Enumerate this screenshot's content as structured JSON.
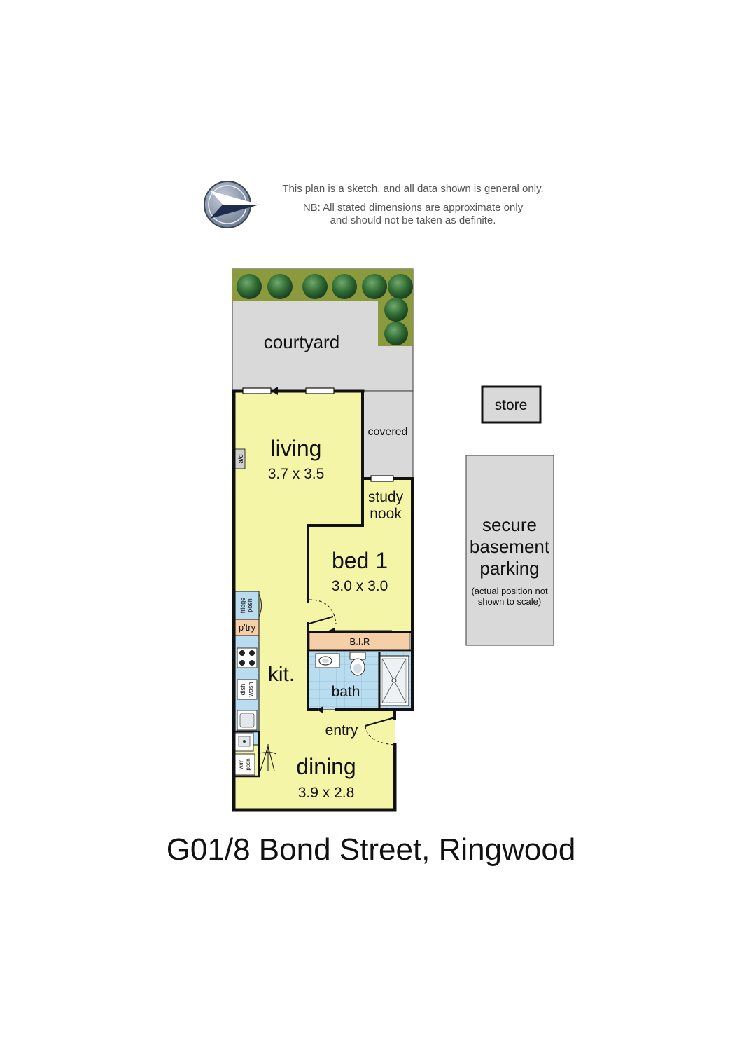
{
  "disclaimer": {
    "line1": "This plan is a sketch, and all data shown is general only.",
    "line2": "NB: All stated dimensions are approximate only",
    "line3": "and should not be taken as definite."
  },
  "compass": {
    "icon": "compass-arrow-icon",
    "points": "east"
  },
  "rooms": {
    "courtyard": {
      "name": "courtyard"
    },
    "covered": {
      "name": "covered"
    },
    "living": {
      "name": "living",
      "dims": "3.7 x 3.5"
    },
    "ac": {
      "label": "a/c"
    },
    "study_nook": {
      "line1": "study",
      "line2": "nook"
    },
    "bed1": {
      "name": "bed 1",
      "dims": "3.0 x 3.0"
    },
    "bir": {
      "label": "B.I.R"
    },
    "bath": {
      "name": "bath"
    },
    "kitchen": {
      "name": "kit."
    },
    "pantry": {
      "label": "p'try"
    },
    "fridge": {
      "line1": "fridge",
      "line2": "posn"
    },
    "dishwasher": {
      "line1": "dish",
      "line2": "wash"
    },
    "washing_machine": {
      "line1": "w/m",
      "line2": "posn"
    },
    "entry": {
      "name": "entry"
    },
    "dining": {
      "name": "dining",
      "dims": "3.9 x 2.8"
    },
    "store": {
      "name": "store"
    },
    "parking": {
      "line1": "secure",
      "line2": "basement",
      "line3": "parking",
      "note1": "(actual position not",
      "note2": "shown to scale)"
    }
  },
  "address": "G01/8 Bond Street, Ringwood",
  "colors": {
    "room_fill": "#f5f5a8",
    "wet_area_fill": "#b9dcef",
    "outdoor_fill": "#d9d9d9",
    "garden_fill": "#8a9a3c",
    "robe_fill": "#f5cfa8",
    "wall": "#111111"
  }
}
